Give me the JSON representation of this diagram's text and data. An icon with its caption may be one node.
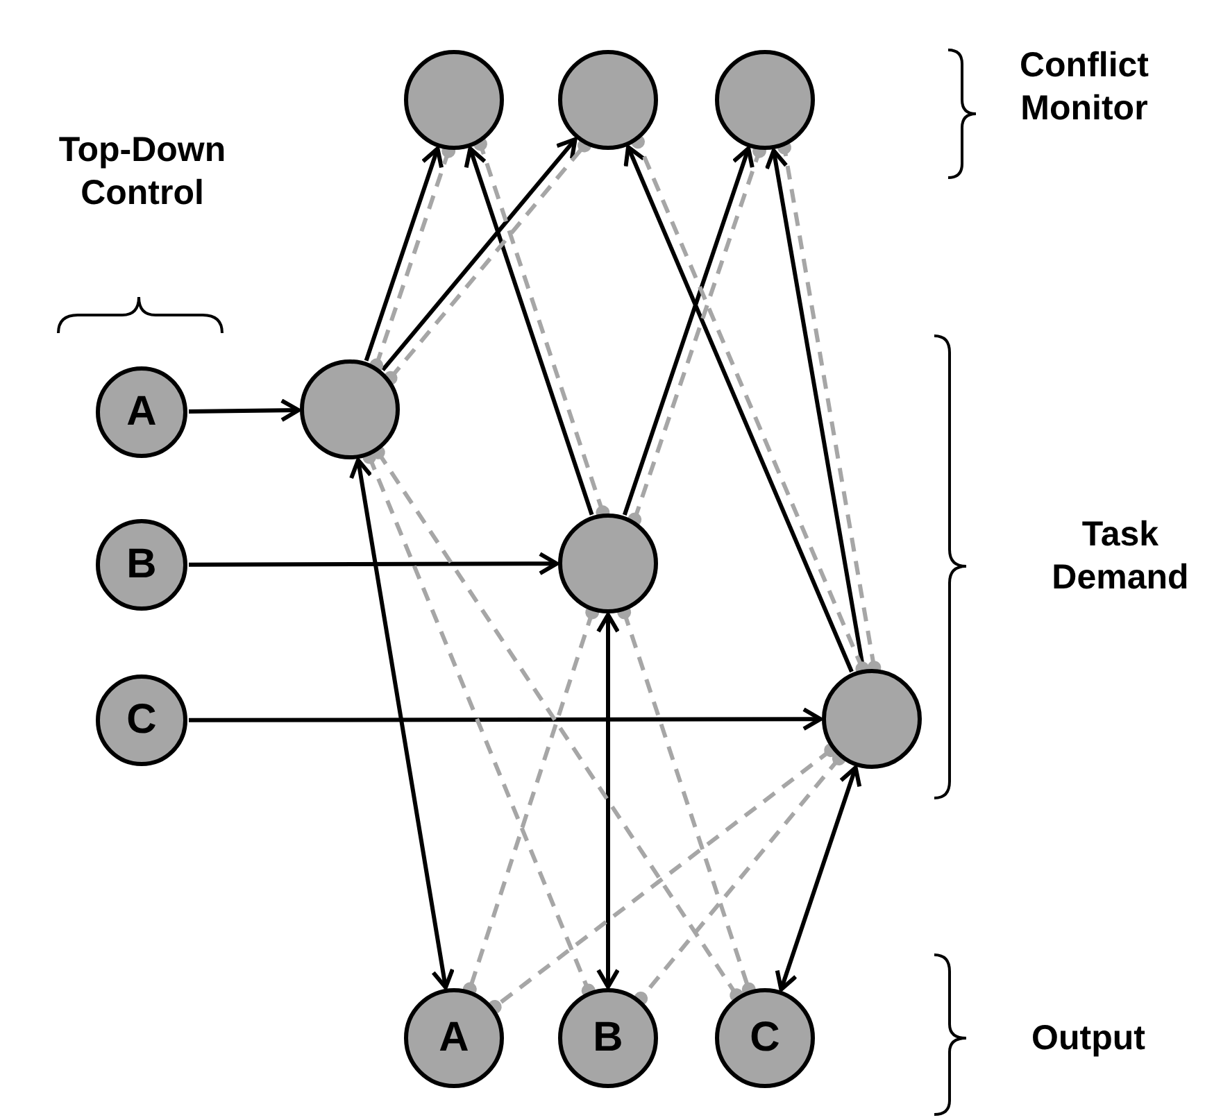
{
  "diagram": {
    "nodes": [
      {
        "text": [],
        "shape": "circle"
      },
      {
        "text": [],
        "shape": "circle"
      },
      {
        "text": [],
        "shape": "circle"
      },
      {
        "text": [
          "A"
        ]
      },
      {
        "text": [],
        "shape": "circle"
      },
      {
        "text": [
          "B"
        ]
      },
      {
        "text": [],
        "shape": "circle"
      },
      {
        "text": [
          "C"
        ]
      },
      {
        "text": [],
        "shape": "circle"
      },
      {
        "text": [
          "A"
        ]
      },
      {
        "text": [
          "B"
        ]
      },
      {
        "text": [
          "C"
        ]
      }
    ],
    "edges": [
      {
        "from": 3,
        "to": 4,
        "arrow": "to"
      },
      {
        "from": 5,
        "to": 6,
        "arrow": "to"
      },
      {
        "from": 7,
        "to": 8,
        "arrow": "to"
      },
      {
        "from": 4,
        "to": 0,
        "arrow": "to"
      },
      {
        "from": 4,
        "to": 1,
        "arrow": "to"
      },
      {
        "from": 6,
        "to": 0,
        "arrow": "to"
      },
      {
        "from": 6,
        "to": 2,
        "arrow": "to"
      },
      {
        "from": 8,
        "to": 1,
        "arrow": "to"
      },
      {
        "from": 8,
        "to": 2,
        "arrow": "to"
      },
      {
        "from": 4,
        "to": 9,
        "arrow": "both"
      },
      {
        "from": 6,
        "to": 10,
        "arrow": "both"
      },
      {
        "from": 8,
        "to": 11,
        "arrow": "both"
      },
      {
        "from": 4,
        "to": 0,
        "arrow": "other",
        "style": "dashed",
        "color": "#a6a6a6"
      },
      {
        "from": 4,
        "to": 1,
        "arrow": "other",
        "style": "dashed",
        "color": "#a6a6a6"
      },
      {
        "from": 6,
        "to": 0,
        "arrow": "other",
        "style": "dashed",
        "color": "#a6a6a6"
      },
      {
        "from": 6,
        "to": 2,
        "arrow": "other",
        "style": "dashed",
        "color": "#a6a6a6"
      },
      {
        "from": 8,
        "to": 1,
        "arrow": "other",
        "style": "dashed",
        "color": "#a6a6a6"
      },
      {
        "from": 8,
        "to": 2,
        "arrow": "other",
        "style": "dashed",
        "color": "#a6a6a6"
      },
      {
        "from": 4,
        "to": 10,
        "arrow": "other",
        "style": "dashed",
        "color": "#a6a6a6"
      },
      {
        "from": 4,
        "to": 11,
        "arrow": "other",
        "style": "dashed",
        "color": "#a6a6a6"
      },
      {
        "from": 6,
        "to": 9,
        "arrow": "other",
        "style": "dashed",
        "color": "#a6a6a6"
      },
      {
        "from": 6,
        "to": 11,
        "arrow": "other",
        "style": "dashed",
        "color": "#a6a6a6"
      },
      {
        "from": 8,
        "to": 9,
        "arrow": "other",
        "style": "dashed",
        "color": "#a6a6a6"
      },
      {
        "from": 8,
        "to": 10,
        "arrow": "other",
        "style": "dashed",
        "color": "#a6a6a6"
      }
    ],
    "labels": [
      "Conflict Monitor",
      "Top-Down Control",
      "Task Demand",
      "Output"
    ]
  }
}
